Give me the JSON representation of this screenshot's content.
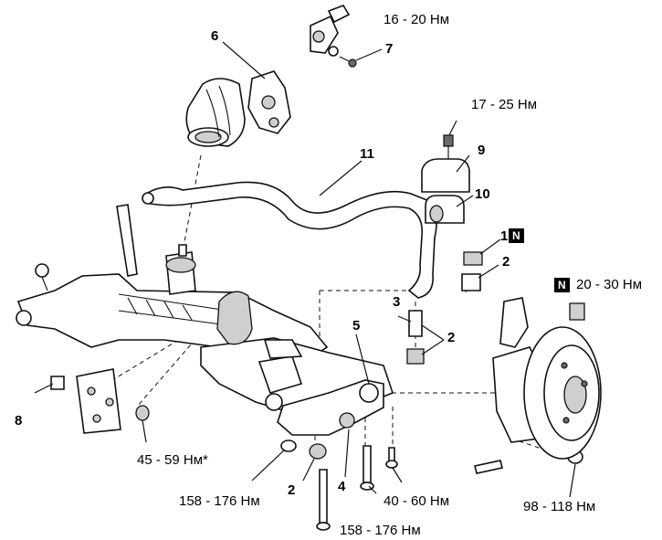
{
  "labels": {
    "torque_steering_joint": "16 - 20 Нм",
    "torque_bracket_bolt": "17 - 25 Нм",
    "torque_stab_link_nut": "20 - 30 Нм",
    "torque_crossmember_rear": "45 - 59 Нм*",
    "torque_lower_arm_front": "158 - 176 Нм",
    "torque_lower_arm_rear": "158 - 176 Нм",
    "torque_balljoint": "40 - 60 Нм",
    "torque_knuckle": "98 - 118 Нм"
  },
  "callouts": {
    "c1": "1",
    "c2a": "2",
    "c2b": "2",
    "c2c": "2",
    "c3": "3",
    "c4": "4",
    "c5": "5",
    "c6": "6",
    "c7": "7",
    "c8": "8",
    "c9": "9",
    "c10": "10",
    "c11": "11"
  },
  "badges": {
    "new_part_1": "N",
    "new_part_2": "N"
  }
}
